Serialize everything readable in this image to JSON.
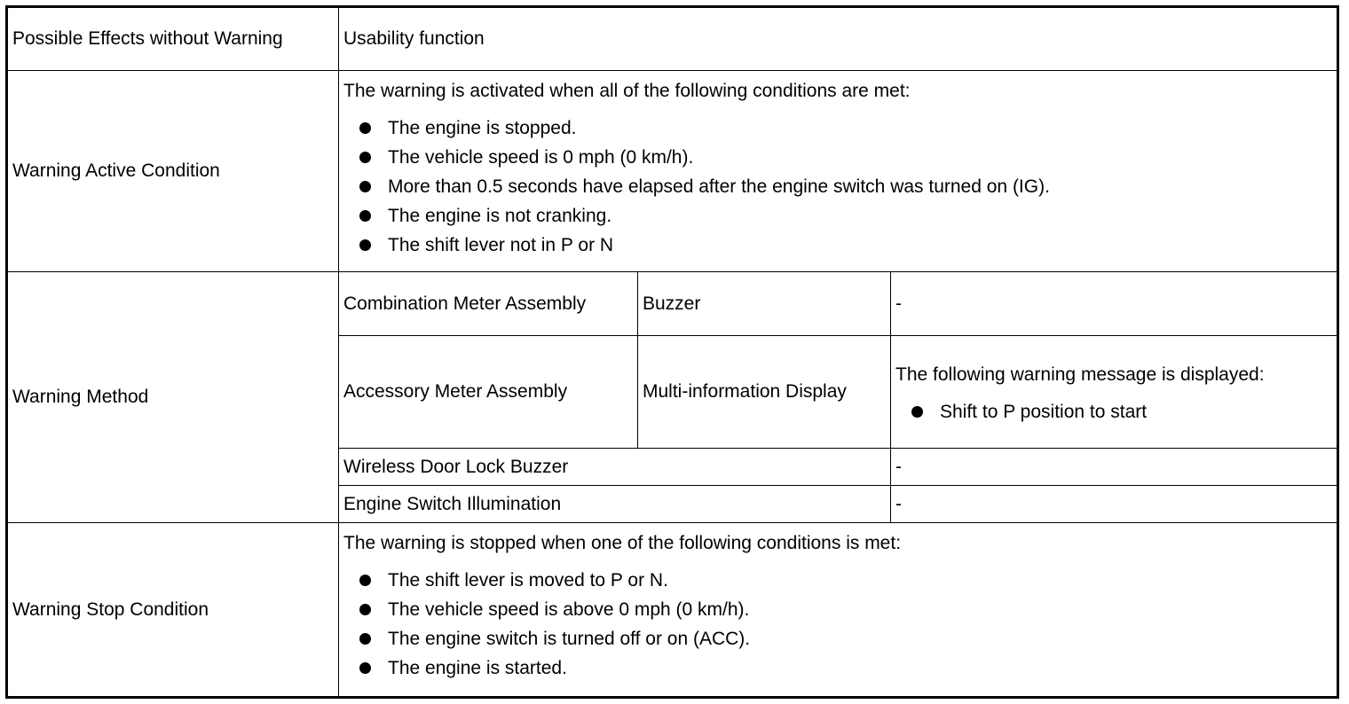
{
  "effects": {
    "label": "Possible Effects without Warning",
    "value": "Usability function"
  },
  "active_condition": {
    "label": "Warning Active Condition",
    "intro": "The warning is activated when all of the following conditions are met:",
    "items": [
      "The engine is stopped.",
      "The vehicle speed is 0 mph (0 km/h).",
      "More than 0.5 seconds have elapsed after the engine switch was turned on (IG).",
      "The engine is not cranking.",
      "The shift lever not in P or N"
    ]
  },
  "warning_method": {
    "label": "Warning Method",
    "rows": [
      {
        "component": "Combination Meter Assembly",
        "device": "Buzzer",
        "detail": "-"
      },
      {
        "component": "Accessory Meter Assembly",
        "device": "Multi-information Display",
        "detail_intro": "The following warning message is displayed:",
        "detail_items": [
          "Shift to P position to start"
        ]
      },
      {
        "component": "Wireless Door Lock Buzzer",
        "detail": "-"
      },
      {
        "component": "Engine Switch Illumination",
        "detail": "-"
      }
    ]
  },
  "stop_condition": {
    "label": "Warning Stop Condition",
    "intro": "The warning is stopped when one of the following conditions is met:",
    "items": [
      "The shift lever is moved to P or N.",
      "The vehicle speed is above 0 mph (0 km/h).",
      "The engine switch is turned off or on (ACC).",
      "The engine is started."
    ]
  }
}
